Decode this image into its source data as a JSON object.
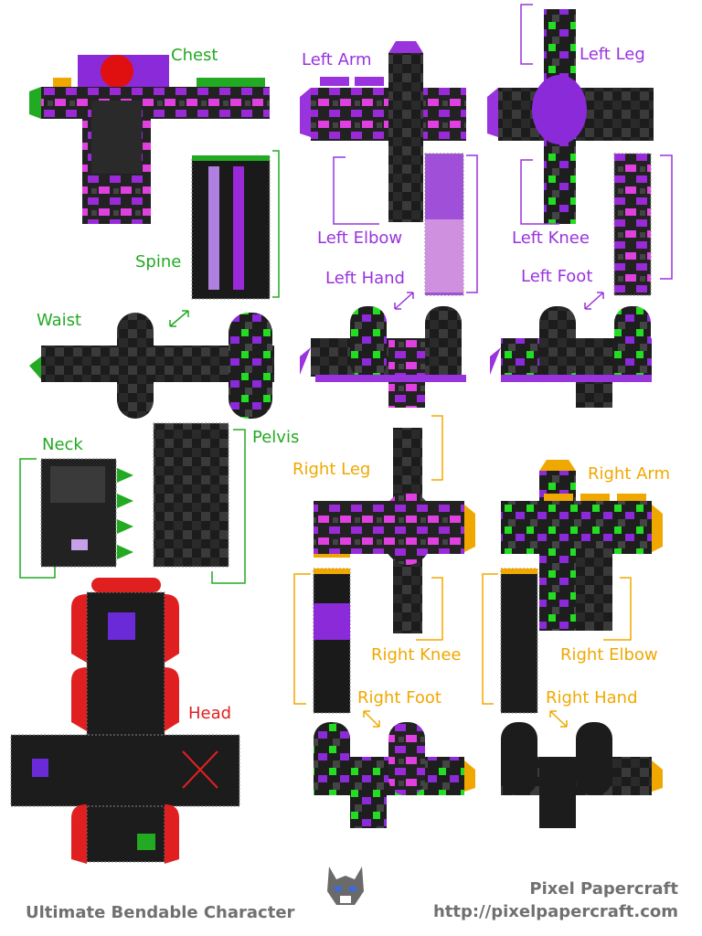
{
  "colors": {
    "chest": "#22aa22",
    "arm_left": "#9933dd",
    "head": "#e02020",
    "right": "#f0a800",
    "footer": "#707070"
  },
  "labels": {
    "chest": "Chest",
    "spine": "Spine",
    "waist": "Waist",
    "neck": "Neck",
    "pelvis": "Pelvis",
    "head": "Head",
    "left_arm": "Left Arm",
    "left_elbow": "Left Elbow",
    "left_hand": "Left Hand",
    "left_leg": "Left Leg",
    "left_knee": "Left Knee",
    "left_foot": "Left Foot",
    "right_leg": "Right Leg",
    "right_knee": "Right Knee",
    "right_foot": "Right Foot",
    "right_arm": "Right Arm",
    "right_elbow": "Right Elbow",
    "right_hand": "Right Hand"
  },
  "footer": {
    "title": "Ultimate Bendable Character",
    "brand": "Pixel Papercraft",
    "url": "http://pixelpapercraft.com"
  },
  "icons": {
    "logo": "wolf-face-icon",
    "head_marker": "red-x-icon",
    "chest_marker": "red-dot-icon"
  }
}
